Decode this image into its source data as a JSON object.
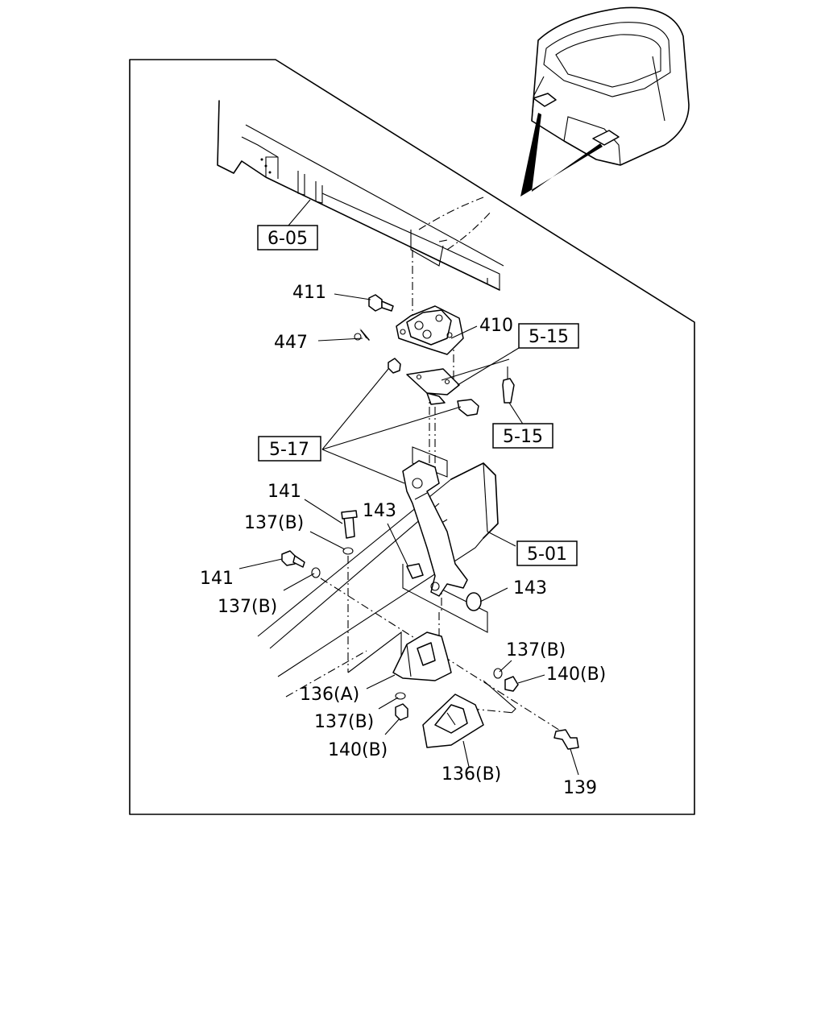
{
  "callouts": {
    "ref_6_05": "6-05",
    "ref_5_15_upper": "5-15",
    "ref_5_15_lower": "5-15",
    "ref_5_17": "5-17",
    "ref_5_01": "5-01",
    "p411": "411",
    "p410": "410",
    "p447": "447",
    "p141_upper": "141",
    "p137b_1": "137(B)",
    "p143_left": "143",
    "p141_lower": "141",
    "p137b_2": "137(B)",
    "p143_right": "143",
    "p137b_3": "137(B)",
    "p140b_1": "140(B)",
    "p136a": "136(A)",
    "p137b_4": "137(B)",
    "p140b_2": "140(B)",
    "p136b": "136(B)",
    "p139": "139"
  }
}
